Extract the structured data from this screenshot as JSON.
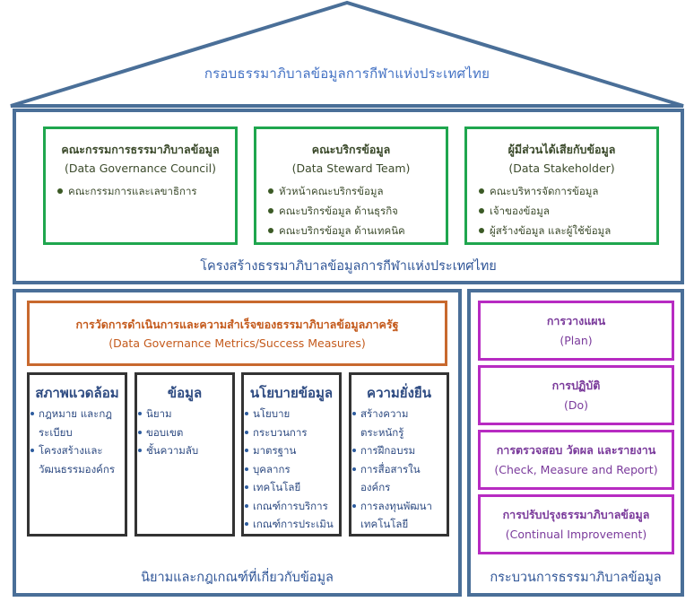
{
  "roof": {
    "title": "กรอบธรรมาภิบาลข้อมูลการกีฬาแห่งประเทศไทย"
  },
  "structure": {
    "caption": "โครงสร้างธรรมาภิบาลข้อมูลการกีฬาแห่งประเทศไทย",
    "boxes": [
      {
        "title_th": "คณะกรรมการธรรมาภิบาลข้อมูล",
        "title_en": "(Data Governance Council)",
        "items": [
          "คณะกรรมการและเลขาธิการ"
        ]
      },
      {
        "title_th": "คณะบริกรข้อมูล",
        "title_en": "(Data Steward Team)",
        "items": [
          "หัวหน้าคณะบริกรข้อมูล",
          "คณะบริกรข้อมูล ด้านธุรกิจ",
          "คณะบริกรข้อมูล ด้านเทคนิค"
        ]
      },
      {
        "title_th": "ผู้มีส่วนได้เสียกับข้อมูล",
        "title_en": "(Data Stakeholder)",
        "items": [
          "คณะบริหารจัดการข้อมูล",
          "เจ้าของข้อมูล",
          "ผู้สร้างข้อมูล และผู้ใช้ข้อมูล"
        ]
      }
    ]
  },
  "definitions": {
    "caption": "นิยามและกฎเกณฑ์ที่เกี่ยวกับข้อมูล",
    "metrics": {
      "title_th": "การวัดการดำเนินการและความสำเร็จของธรรมาภิบาลข้อมูลภาครัฐ",
      "title_en": "(Data Governance Metrics/Success Measures)"
    },
    "pillars": [
      {
        "heading": "สภาพแวดล้อม",
        "items": [
          "กฎหมาย และกฎระเบียบ",
          "โครงสร้างและวัฒนธรรมองค์กร"
        ]
      },
      {
        "heading": "ข้อมูล",
        "items": [
          "นิยาม",
          "ขอบเขต",
          "ชั้นความลับ"
        ]
      },
      {
        "heading": "นโยบายข้อมูล",
        "items": [
          "นโยบาย",
          "กระบวนการ",
          "มาตรฐาน",
          "บุคลากร",
          "เทคโนโลยี",
          "เกณฑ์การบริการ",
          "เกณฑ์การประเมิน"
        ]
      },
      {
        "heading": "ความยั่งยืน",
        "items": [
          "สร้างความตระหนักรู้",
          "การฝึกอบรม",
          "การสื่อสารในองค์กร",
          "การลงทุนพัฒนาเทคโนโลยี"
        ]
      }
    ]
  },
  "process": {
    "caption": "กระบวนการธรรมาภิบาลข้อมูล",
    "steps": [
      {
        "title_th": "การวางแผน",
        "title_en": "(Plan)"
      },
      {
        "title_th": "การปฏิบัติ",
        "title_en": "(Do)"
      },
      {
        "title_th": "การตรวจสอบ วัดผล และรายงาน",
        "title_en": "(Check, Measure and Report)"
      },
      {
        "title_th": "การปรับปรุงธรรมาภิบาลข้อมูล",
        "title_en": "(Continual Improvement)"
      }
    ]
  },
  "colors": {
    "frame": "#4a6f98",
    "structure_box": "#1fa64e",
    "metrics_box": "#c8692e",
    "pillar_box": "#333333",
    "process_box": "#b72bc2",
    "title_blue": "#4472c4"
  }
}
